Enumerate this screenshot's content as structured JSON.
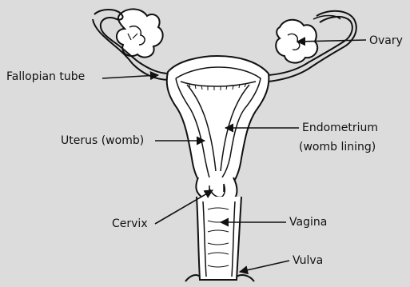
{
  "diagram": {
    "labels": {
      "ovary": "Ovary",
      "fallopian_tube": "Fallopian tube",
      "uterus": "Uterus (womb)",
      "endometrium_line1": "Endometrium",
      "endometrium_line2": "(womb lining)",
      "cervix": "Cervix",
      "vagina": "Vagina",
      "vulva": "Vulva"
    },
    "colors": {
      "background": "#dcdcdc",
      "fill": "#ffffff",
      "stroke": "#111111"
    }
  }
}
